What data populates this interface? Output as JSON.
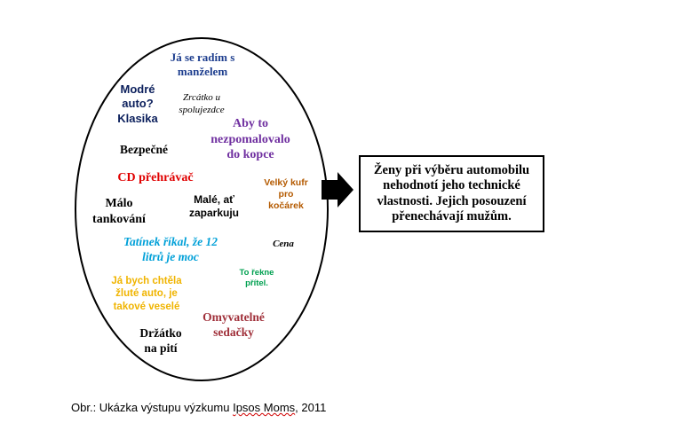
{
  "labels": {
    "ja_se_radim": "Já se radím s\nmanželem",
    "modre_auto": "Modré\nauto?\nKlasika",
    "zrcatko": "Zrcátko u\nspolujezdce",
    "aby_to": "Aby to\nnezpomalovalo\ndo kopce",
    "bezpecne": "Bezpečné",
    "cd": "CD přehrávač",
    "velky_kufr": "Velký kufr\npro\nkočárek",
    "malo": "Málo\ntankování",
    "male_at": "Malé, ať\nzaparkuju",
    "tatinek": "Tatínek říkal, že 12\nlitrů je moc",
    "cena": "Cena",
    "ja_bych": "Já bych chtěla\nžluté auto, je\ntakové veselé",
    "to_rekne": "To řekne\npřítel.",
    "omyvatelne": "Omyvatelné\nsedačky",
    "drzatko": "Držátko\nna pití"
  },
  "conclusion": "Ženy při výběru automobilu\nnehodnotí jeho technické\nvlastnosti. Jejich posouzení\npřenechávají mužům.",
  "caption": {
    "prefix": "Obr.: Ukázka výstupu výzkumu ",
    "brand": "Ipsos Moms",
    "suffix": ", 2011"
  },
  "colors": {
    "dark_blue": "#1f3f8f",
    "navy": "#0b1f5c",
    "purple": "#7030a0",
    "red": "#e00000",
    "brown": "#b45a00",
    "light_blue": "#00a0d8",
    "gold": "#f0b400",
    "green": "#00a050",
    "dark_red": "#a0303a",
    "black": "#000000"
  }
}
